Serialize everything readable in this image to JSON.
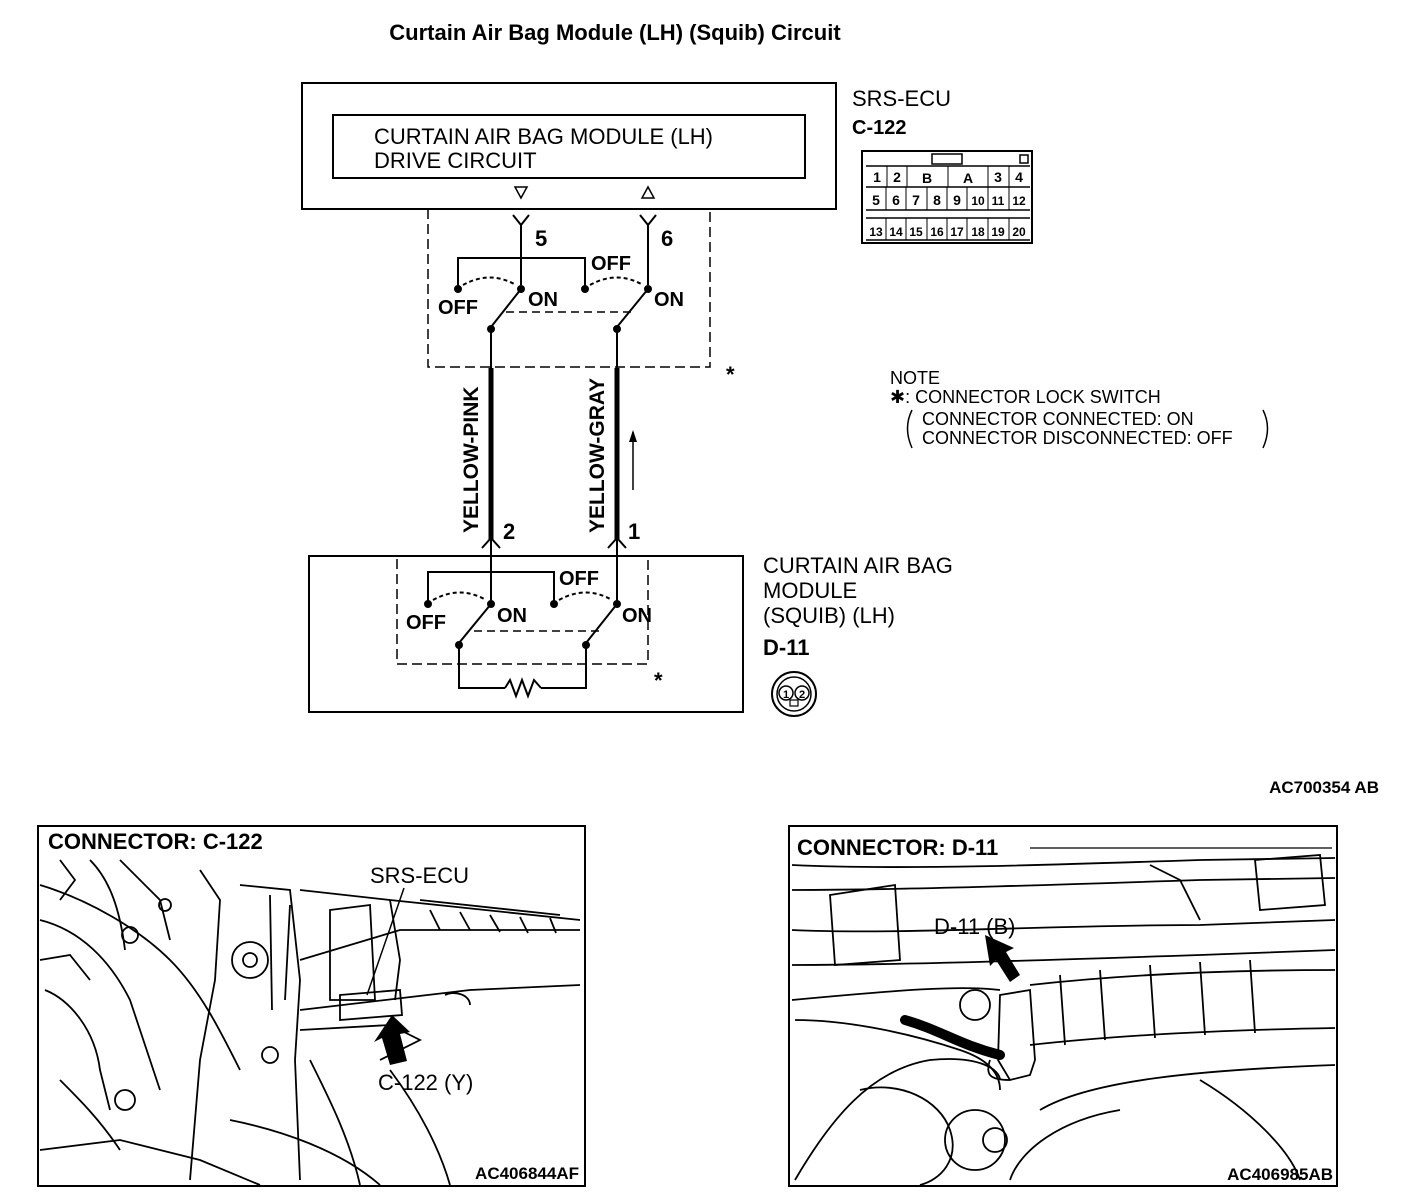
{
  "title": "Curtain Air Bag Module (LH) (Squib) Circuit",
  "ecu": {
    "name": "SRS-ECU",
    "connector": "C-122",
    "drive_circuit_line1": "CURTAIN AIR BAG MODULE (LH)",
    "drive_circuit_line2": "DRIVE CIRCUIT",
    "pin_left": "5",
    "pin_right": "6",
    "connector_pins_row1": [
      "1",
      "2",
      "B",
      "A",
      "3",
      "4"
    ],
    "connector_pins_row2": [
      "5",
      "6",
      "7",
      "8",
      "9",
      "10",
      "11",
      "12"
    ],
    "connector_pins_row3": [
      "13",
      "14",
      "15",
      "16",
      "17",
      "18",
      "19",
      "20"
    ]
  },
  "switch_labels": {
    "off": "OFF",
    "on": "ON",
    "asterisk": "*"
  },
  "wires": {
    "left_color": "YELLOW-PINK",
    "right_color": "YELLOW-GRAY",
    "left_pin": "2",
    "right_pin": "1"
  },
  "module": {
    "line1": "CURTAIN AIR BAG",
    "line2": "MODULE",
    "line3": "(SQUIB) (LH)",
    "connector": "D-11",
    "pin1": "1",
    "pin2": "2"
  },
  "note": {
    "heading": "NOTE",
    "line1": "✱: CONNECTOR LOCK SWITCH",
    "line2": "CONNECTOR CONNECTED: ON",
    "line3": "CONNECTOR DISCONNECTED: OFF"
  },
  "diagram_code": "AC700354 AB",
  "photo_left": {
    "label": "CONNECTOR: C-122",
    "part": "SRS-ECU",
    "connector": "C-122 (Y)",
    "code": "AC406844AF"
  },
  "photo_right": {
    "label": "CONNECTOR: D-11",
    "connector": "D-11 (B)",
    "code": "AC406985AB"
  }
}
